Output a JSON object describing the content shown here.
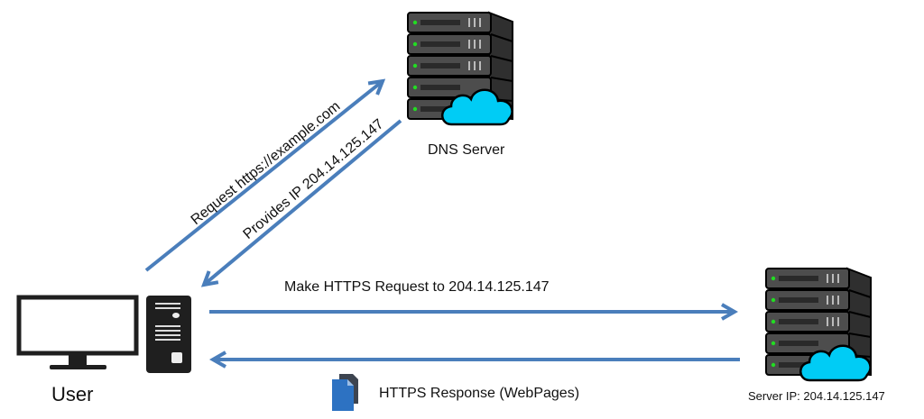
{
  "diagram": {
    "title": "DNS resolution and HTTPS request flow",
    "colors": {
      "arrow": "#4a7ebb",
      "server_body": "#4d4d4d",
      "server_side": "#2f2f2f",
      "server_led": "#22dd22",
      "cloud": "#00ccf5",
      "computer": "#1f1f1f",
      "document_front": "#2d72c2",
      "document_back": "#3d4450"
    },
    "nodes": {
      "user": {
        "label": "User",
        "icon": "desktop-computer-icon"
      },
      "dns_server": {
        "label": "DNS Server",
        "icon": "cloud-server-icon"
      },
      "web_server": {
        "label": "Server IP: 204.14.125.147",
        "icon": "cloud-server-icon"
      }
    },
    "edges": {
      "request_dns": {
        "label": "Request https://example.com",
        "from": "User",
        "to": "DNS Server"
      },
      "dns_reply": {
        "label": "Provides IP 204.14.125.147",
        "from": "DNS Server",
        "to": "User"
      },
      "https_request": {
        "label": "Make HTTPS Request to 204.14.125.147",
        "from": "User",
        "to": "Server"
      },
      "https_response": {
        "label": "HTTPS Response (WebPages)",
        "from": "Server",
        "to": "User",
        "icon": "documents-icon"
      }
    }
  }
}
